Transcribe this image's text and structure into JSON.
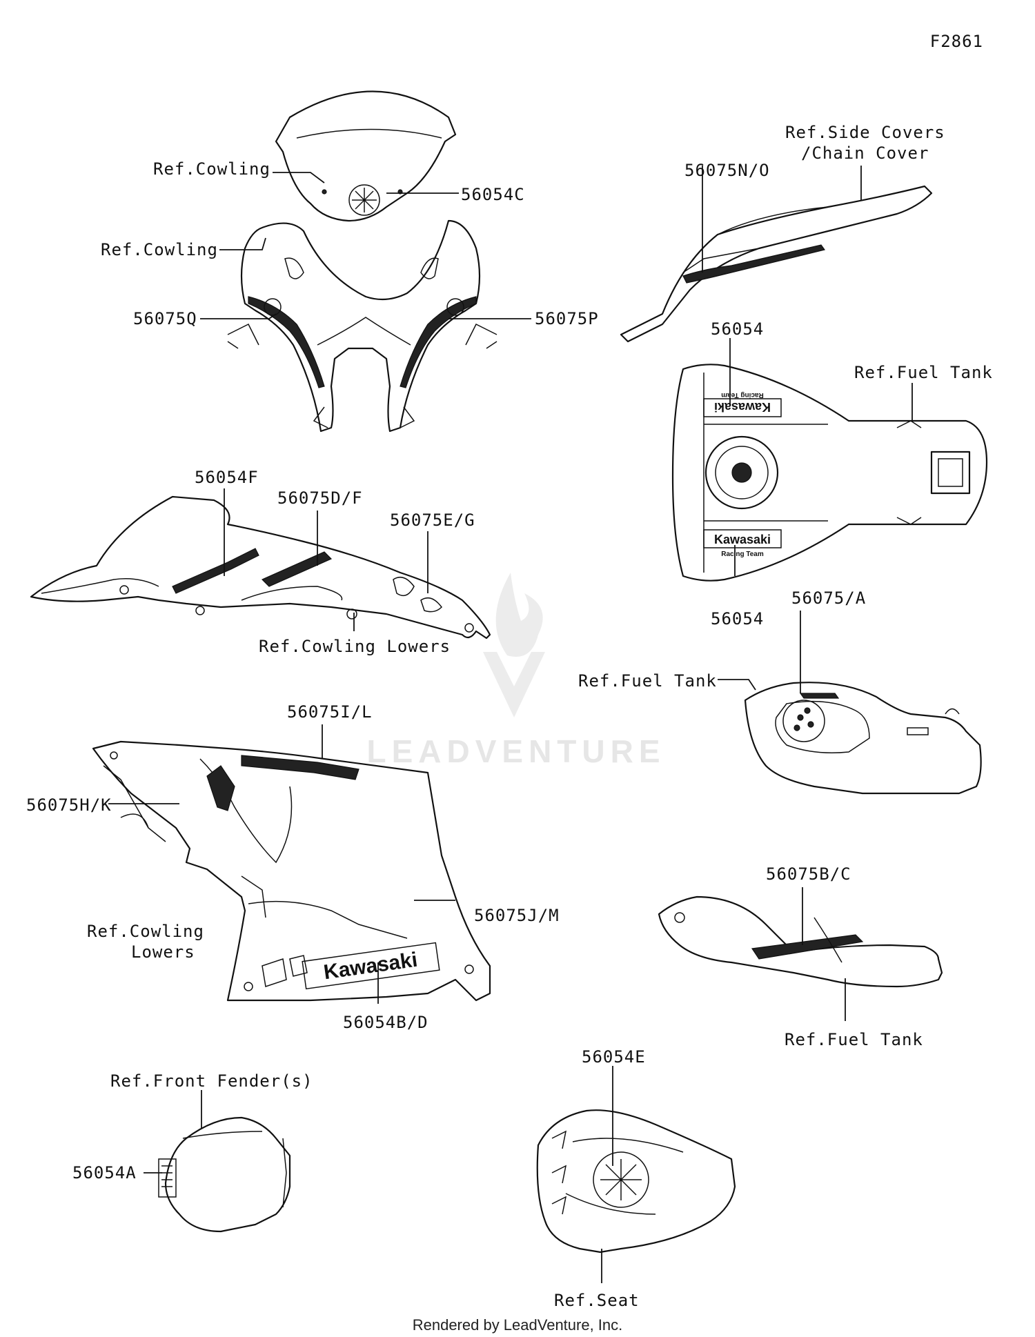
{
  "figure_code": "F2861",
  "watermark": "LEADVENTURE",
  "footer": "Rendered by LeadVenture, Inc.",
  "decal_text": {
    "brand": "Kawasaki",
    "team": "Racing Team"
  },
  "labels": {
    "ref_cowling_1": "Ref.Cowling",
    "p_56054C": "56054C",
    "ref_cowling_2": "Ref.Cowling",
    "p_56075Q": "56075Q",
    "p_56075P": "56075P",
    "ref_side_covers_1": "Ref.Side Covers",
    "ref_side_covers_2": "/Chain Cover",
    "p_56075NO": "56075N/O",
    "p_56054_top": "56054",
    "ref_fuel_tank_1": "Ref.Fuel Tank",
    "p_56054_bottom": "56054",
    "p_56054F": "56054F",
    "p_56075DF": "56075D/F",
    "p_56075EG": "56075E/G",
    "ref_cowling_lowers_1": "Ref.Cowling Lowers",
    "p_56075A": "56075/A",
    "ref_fuel_tank_2": "Ref.Fuel Tank",
    "p_56075IL": "56075I/L",
    "p_56075HK": "56075H/K",
    "ref_cowling_lowers_2a": "Ref.Cowling",
    "ref_cowling_lowers_2b": "Lowers",
    "p_56075JM": "56075J/M",
    "p_56054BD": "56054B/D",
    "p_56075BC": "56075B/C",
    "ref_fuel_tank_3": "Ref.Fuel Tank",
    "p_56054E": "56054E",
    "ref_front_fender": "Ref.Front Fender(s)",
    "p_56054A": "56054A",
    "ref_seat": "Ref.Seat"
  }
}
